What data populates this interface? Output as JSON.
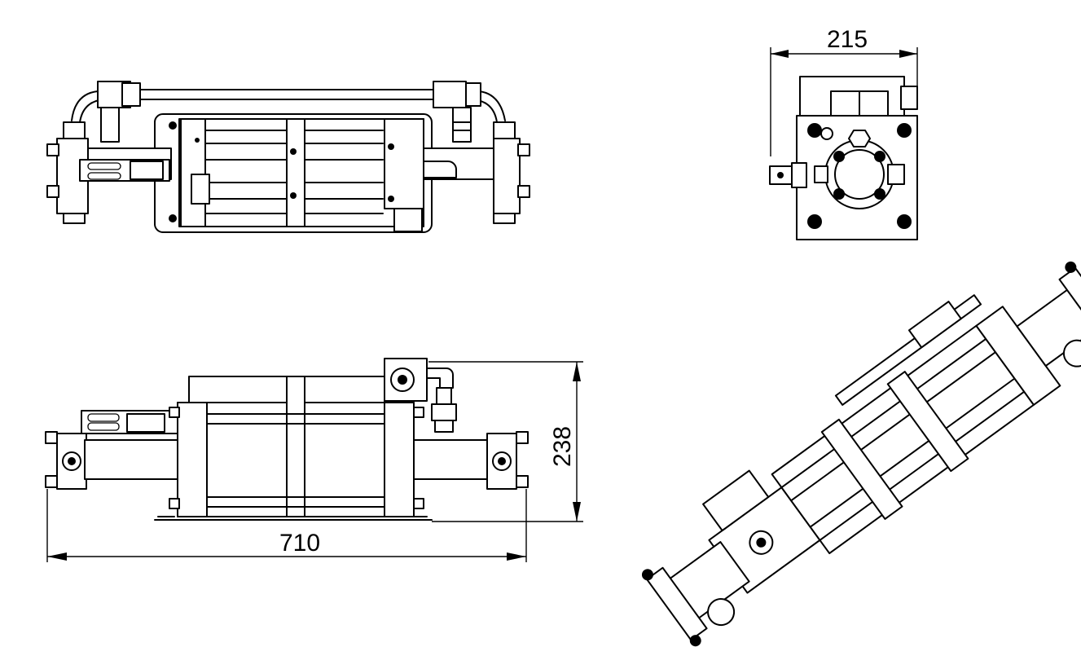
{
  "drawing": {
    "dimensions": {
      "width_top": "215",
      "overall_length": "710",
      "height": "238"
    }
  }
}
